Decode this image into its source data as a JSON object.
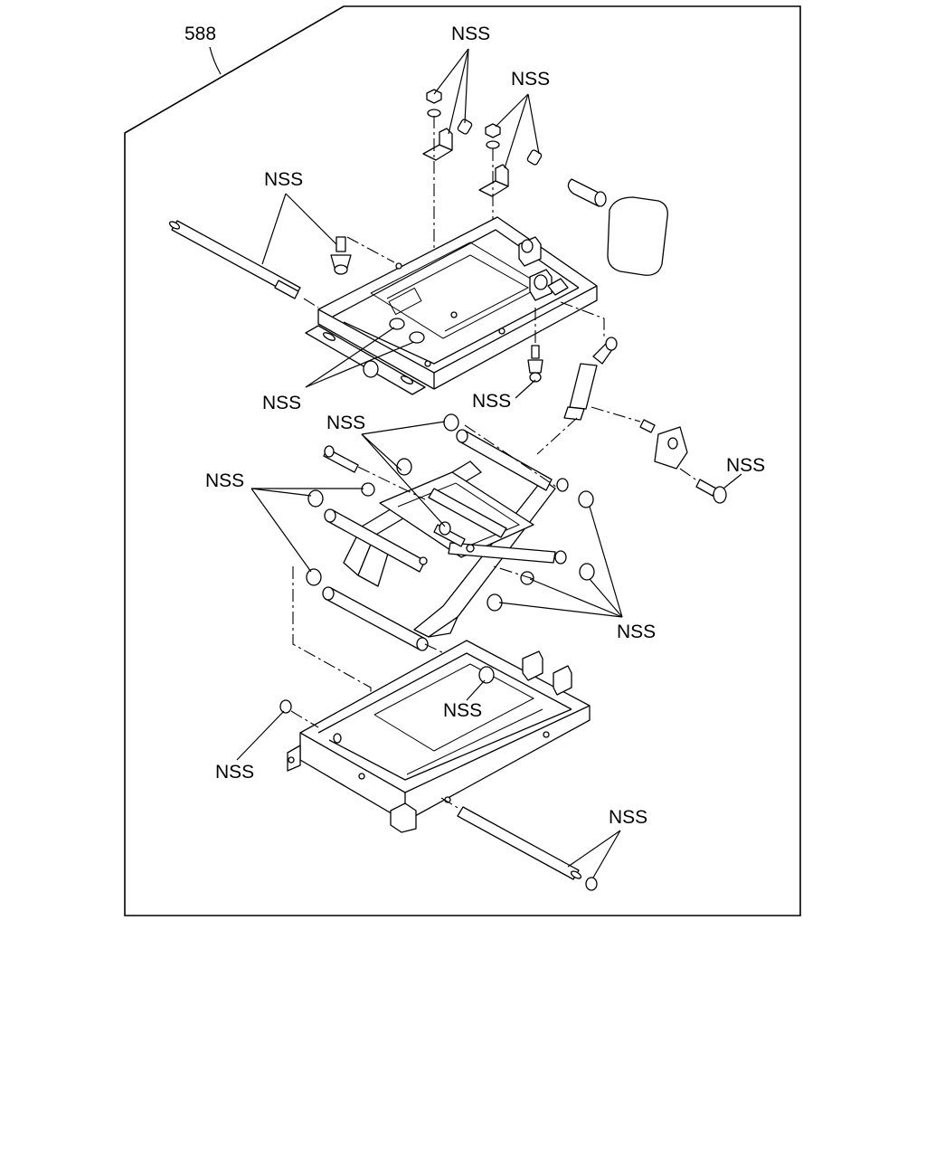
{
  "diagram": {
    "ref_number": "588",
    "labels": {
      "top_nuts_left": "NSS",
      "top_nuts_right": "NSS",
      "upper_rod": "NSS",
      "upper_rings": "NSS",
      "upper_bolt": "NSS",
      "scissor_bushings_upper": "NSS",
      "scissor_bushings_left": "NSS",
      "lever_bolt": "NSS",
      "scissor_bushings_right": "NSS",
      "lower_stud": "NSS",
      "lower_clip": "NSS",
      "lower_rod": "NSS"
    }
  }
}
